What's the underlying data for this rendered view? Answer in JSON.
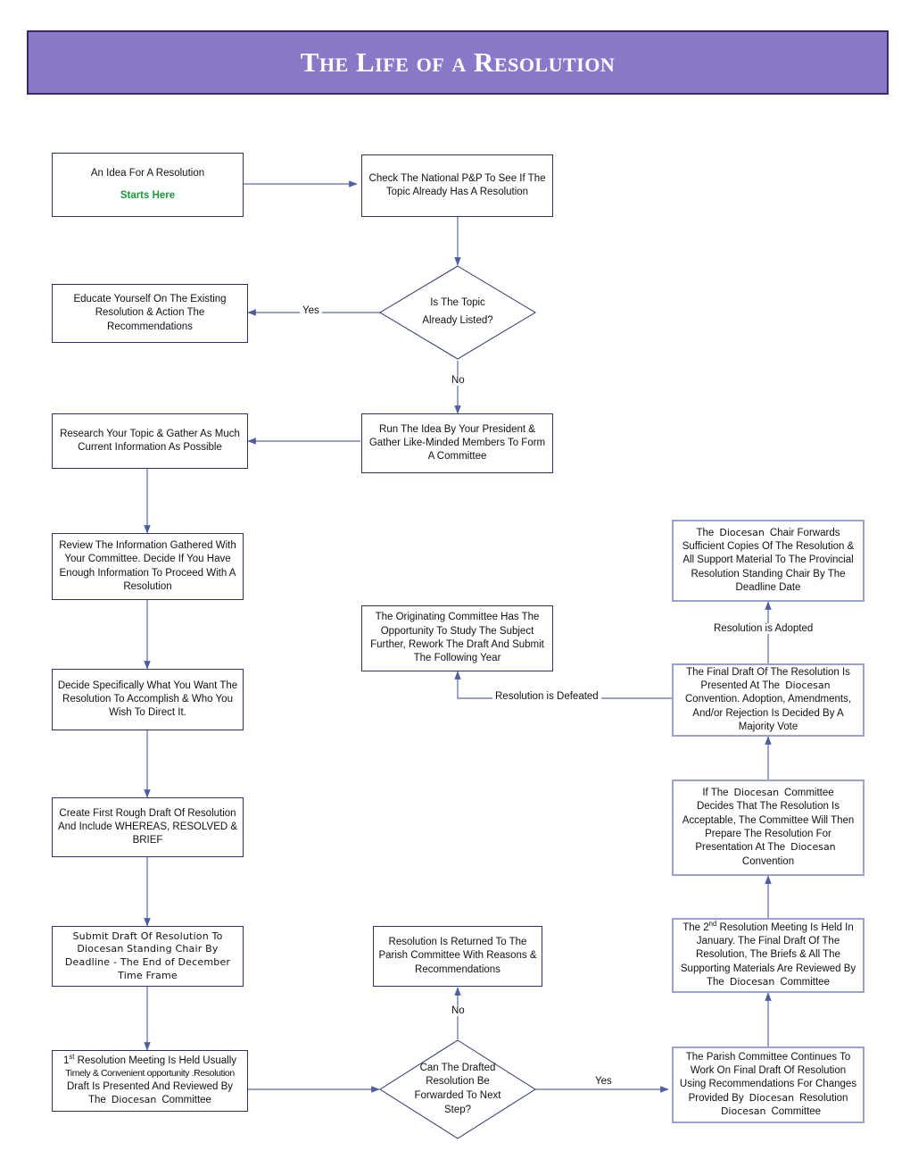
{
  "title": "The Life of a Resolution",
  "colors": {
    "banner_fill": "#8a79c9",
    "banner_border": "#3b2a6b",
    "node_border": "#2c3270",
    "node_border_light": "#9aa0d0",
    "connector": "#5a6ba8",
    "accent_green": "#1a9a3c"
  },
  "nodes": {
    "idea": {
      "line1": "An Idea For A Resolution",
      "line2": "Starts Here"
    },
    "check_pp": {
      "text": "Check The National P&P To See If The Topic Already Has A Resolution"
    },
    "educate": {
      "text": "Educate Yourself On The Existing Resolution & Action The Recommendations"
    },
    "run_idea": {
      "text": "Run The Idea By Your President & Gather Like-Minded Members To Form A Committee"
    },
    "research": {
      "text": "Research Your Topic & Gather As Much Current Information As Possible"
    },
    "review_info": {
      "text": "Review The Information Gathered With Your Committee. Decide If You Have Enough Information To Proceed With A Resolution"
    },
    "decide_specifically": {
      "text": "Decide Specifically What You Want The Resolution To Accomplish & Who You Wish To Direct It."
    },
    "rough_draft": {
      "text": "Create First Rough Draft Of Resolution And Include WHEREAS, RESOLVED & BRIEF"
    },
    "submit_draft": {
      "text": "Submit Draft Of Resolution To Diocesan Standing Chair By Deadline - The End of December Time Frame"
    },
    "first_meeting": {
      "part1_prefix": "1",
      "part1_sup": "st",
      "part1_rest": " Resolution Meeting Is Held Usually",
      "part2": "Timely & Convenient opportunity .Resolution",
      "part3": "Draft Is Presented And Reviewed By",
      "part4_the": "The",
      "part4_sub": "Diocesan",
      "part4_rest": "Committee"
    },
    "originating_committee": {
      "text": "The Originating Committee Has The Opportunity To Study The Subject Further, Rework The Draft And Submit The Following Year"
    },
    "returned": {
      "text": "Resolution Is Returned To The Parish Committee With Reasons & Recommendations"
    },
    "chair_forwards": {
      "l1_a": "The",
      "l1_sub": "Diocesan",
      "l1_b": "Chair Forwards",
      "rest": "Sufficient Copies Of The Resolution & All Support Material To The Provincial Resolution Standing Chair By The Deadline Date"
    },
    "final_draft": {
      "l1": "The Final Draft Of The Resolution Is",
      "l2_a": "Presented At The",
      "l2_sub": "Diocesan",
      "rest": "Convention. Adoption, Amendments, And/or Rejection Is Decided By A Majority Vote"
    },
    "if_committee": {
      "l1_a": "If The",
      "l1_sub": "Diocesan",
      "l1_b": "Committee",
      "mid": "Decides That The Resolution Is Acceptable, The Committee Will Then Prepare The Resolution For",
      "l5_a": "Presentation At The",
      "l5_sub": "Diocesan",
      "l6": "Convention"
    },
    "second_meeting": {
      "l1_prefix": "The 2",
      "l1_sup": "nd",
      "l1_rest": " Resolution Meeting Is Held In",
      "mid": "January. The Final Draft Of The Resolution, The Briefs & All The Supporting Materials Are Reviewed By",
      "l5_the": "The",
      "l5_sub": "Diocesan",
      "l5_rest": "Committee"
    },
    "parish_continues": {
      "l1": "The Parish Committee Continues To",
      "l2": "Work On Final Draft Of Resolution",
      "l3": "Using Recommendations For Changes",
      "l4_a": "Provided By",
      "l4_sub1": "Diocesan",
      "l4_b": "Resolution",
      "l5_sub2": "Diocesan",
      "l5_b": "Committee"
    }
  },
  "decisions": {
    "topic_listed": {
      "line1": "Is The Topic",
      "line2": "Already Listed?"
    },
    "can_forward": {
      "line1": "Can The Drafted",
      "line2": "Resolution Be",
      "line3": "Forwarded To Next",
      "line4": "Step?"
    }
  },
  "edge_labels": {
    "yes_topic": "Yes",
    "no_topic": "No",
    "resolution_adopted": "Resolution is Adopted",
    "resolution_defeated": "Resolution is Defeated",
    "no_forward": "No",
    "yes_forward": "Yes"
  }
}
